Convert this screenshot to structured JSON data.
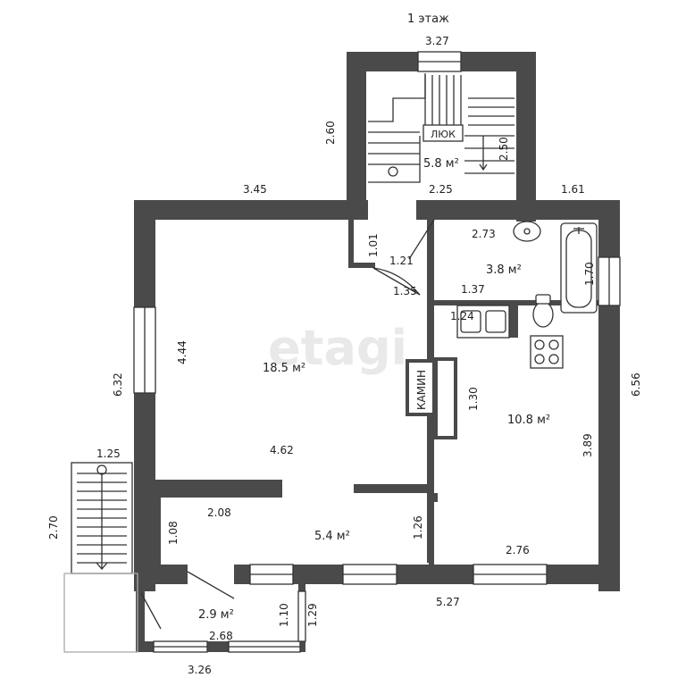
{
  "title": "1 этаж",
  "watermark": "etagi",
  "stair_hatch": "ЛЮК",
  "fireplace": "КАМИН",
  "rooms": {
    "stairwell": "5.8 м²",
    "bathroom": "3.8 м²",
    "living": "18.5 м²",
    "kitchen": "10.8 м²",
    "hall": "5.4 м²",
    "entry": "2.9 м²"
  },
  "dims": {
    "top_327": "3.27",
    "left_260": "2.60",
    "stair_250": "2.50",
    "top_345": "3.45",
    "stair_225": "2.25",
    "top_161": "1.61",
    "small_101": "1.01",
    "small_121": "1.21",
    "small_135": "1.35",
    "bath_273": "2.73",
    "bath_170": "1.70",
    "bath_137": "1.37",
    "kitchen_124": "1.24",
    "living_444": "4.44",
    "left_632": "6.32",
    "right_656": "6.56",
    "fire_130": "1.30",
    "kitchen_389": "3.89",
    "living_462": "4.62",
    "porch_125": "1.25",
    "porch_270": "2.70",
    "hall_208": "2.08",
    "hall_108": "1.08",
    "hall_126": "1.26",
    "kitchen_276": "2.76",
    "bottom_527": "5.27",
    "entry_110": "1.10",
    "entry_129": "1.29",
    "entry_268": "2.68",
    "bottom_326": "3.26"
  }
}
